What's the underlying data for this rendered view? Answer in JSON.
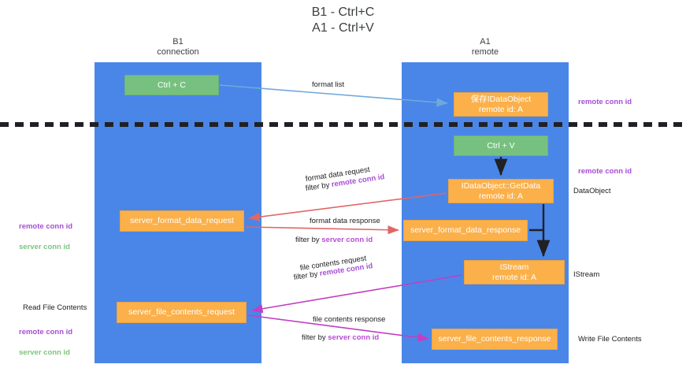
{
  "diagram": {
    "title": "B1 - Ctrl+C\nA1 - Ctrl+V",
    "lanes": [
      {
        "id": "b1",
        "label": "B1\nconnection",
        "color": "#4a86e8"
      },
      {
        "id": "a1",
        "label": "A1\nremote",
        "color": "#4a86e8"
      }
    ],
    "nodes": {
      "ctrl_c": "Ctrl + C",
      "save_idataobject": "保存IDataObject\nremote id: A",
      "ctrl_v": "Ctrl + V",
      "getdata": "IDataObject::GetData\nremote id: A",
      "format_data_request": "server_format_data_request",
      "format_data_response": "server_format_data_response",
      "istream": "IStream\nremote id: A",
      "file_contents_request": "server_file_contents_request",
      "file_contents_response": "server_file_contents_response"
    },
    "edge_labels": {
      "format_list": "format list",
      "format_data_request": "format data request",
      "format_data_request_filter_prefix": "filter by ",
      "format_data_request_filter_key": "remote conn id",
      "format_data_response": "format data response",
      "format_data_response_filter_prefix": "filter by ",
      "format_data_response_filter_key": "server conn id",
      "file_contents_request": "file contents request",
      "file_contents_request_filter_prefix": "filter by ",
      "file_contents_request_filter_key": "remote conn id",
      "file_contents_response": "file contents response",
      "file_contents_response_filter_prefix": "filter by ",
      "file_contents_response_filter_key": "server conn id"
    },
    "annotations": {
      "right_remote_conn_id_top": "remote conn id",
      "right_remote_conn_id_mid": "remote conn id",
      "right_dataobject": "DataObject",
      "right_istream": "IStream",
      "right_write_file_contents": "Write File Contents",
      "left_read_file_contents": "Read File Contents",
      "left_remote_conn_id": "remote conn id",
      "left_server_conn_id": "server conn id"
    },
    "colors": {
      "lane": "#4a86e8",
      "green_node": "#77c180",
      "orange_node": "#fbb04a",
      "remote_key": "#a64dd6",
      "server_key": "#7cc47f",
      "arrow_blue": "#6fa8dc",
      "arrow_red": "#e06666",
      "arrow_magenta": "#c13fc1",
      "arrow_black": "#202124"
    }
  }
}
